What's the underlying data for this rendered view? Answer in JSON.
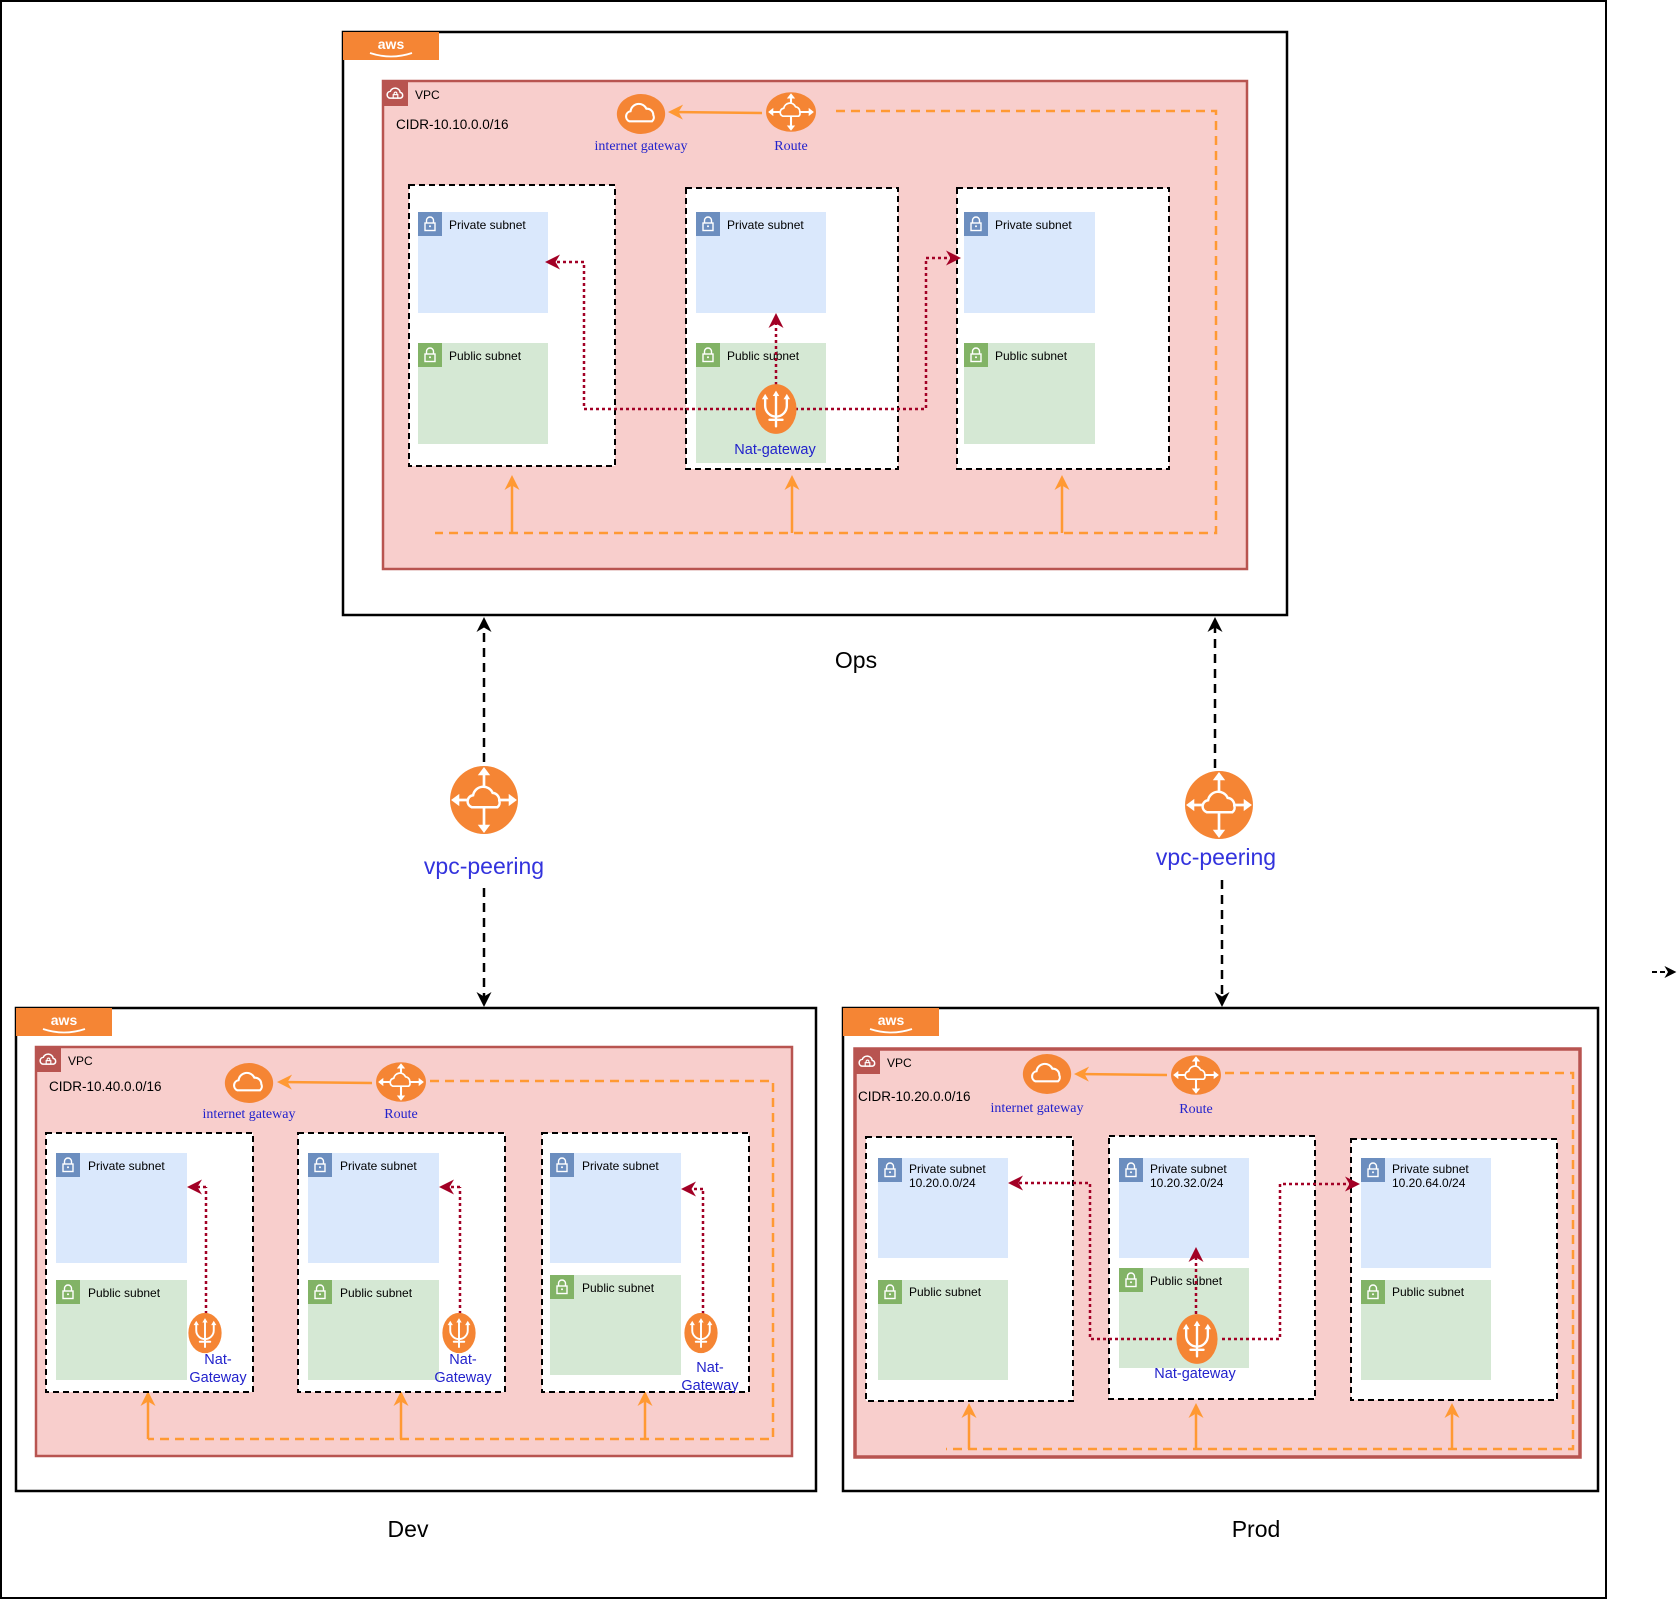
{
  "colors": {
    "vpc_fill": "#f8cecc",
    "vpc_border": "#b85450",
    "private_fill": "#dae8fc",
    "private_icon": "#6c8ebf",
    "public_fill": "#d5e8d4",
    "public_icon": "#82b366",
    "aws_orange": "#f58534",
    "route_line": "#ff9933",
    "nat_line": "#a20025",
    "label_blue": "#2222cc"
  },
  "icons": {
    "aws_logo": "aws-logo-icon",
    "vpc": "vpc-cloud-lock-icon",
    "subnet": "subnet-lock-icon",
    "internet_gateway": "cloud-icon",
    "route": "router-icon",
    "nat_gateway": "trident-icon",
    "vpc_peering": "cloud-router-icon"
  },
  "aws_logo_text": "aws",
  "ops": {
    "env_label": "Ops",
    "vpc_label": "VPC",
    "cidr": "CIDR-10.10.0.0/16",
    "internet_gateway_label": "internet gateway",
    "route_label": "Route",
    "subnets": [
      {
        "private": "Private subnet",
        "public": "Public subnet"
      },
      {
        "private": "Private subnet",
        "public": "Public subnet",
        "nat": "Nat-gateway"
      },
      {
        "private": "Private subnet",
        "public": "Public subnet"
      }
    ]
  },
  "dev": {
    "env_label": "Dev",
    "vpc_label": "VPC",
    "cidr": "CIDR-10.40.0.0/16",
    "internet_gateway_label": "internet gateway",
    "route_label": "Route",
    "subnets": [
      {
        "private": "Private subnet",
        "public": "Public subnet",
        "nat_line1": "Nat-",
        "nat_line2": "Gateway"
      },
      {
        "private": "Private subnet",
        "public": "Public subnet",
        "nat_line1": "Nat-",
        "nat_line2": "Gateway"
      },
      {
        "private": "Private subnet",
        "public": "Public subnet",
        "nat_line1": "Nat-",
        "nat_line2": "Gateway"
      }
    ]
  },
  "prod": {
    "env_label": "Prod",
    "vpc_label": "VPC",
    "cidr": "CIDR-10.20.0.0/16",
    "internet_gateway_label": "internet gateway",
    "route_label": "Route",
    "subnets": [
      {
        "private": "Private subnet",
        "private_cidr": "10.20.0.0/24",
        "public": "Public subnet"
      },
      {
        "private": "Private subnet",
        "private_cidr": "10.20.32.0/24",
        "public": "Public subnet",
        "nat": "Nat-gateway"
      },
      {
        "private": "Private subnet",
        "private_cidr": "10.20.64.0/24",
        "public": "Public subnet"
      }
    ]
  },
  "peering": {
    "left_label": "vpc-peering",
    "right_label": "vpc-peering"
  }
}
